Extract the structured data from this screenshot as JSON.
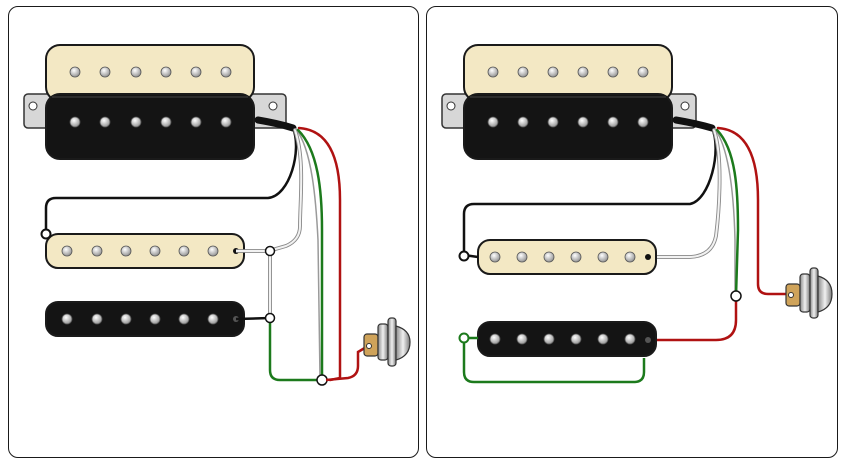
{
  "diagrams": [
    {
      "id": "left",
      "components": [
        "humbucker",
        "single-coil-cream",
        "single-coil-black",
        "output-jack"
      ],
      "wire_colors": [
        "black",
        "white",
        "green",
        "red",
        "bare"
      ]
    },
    {
      "id": "right",
      "components": [
        "humbucker",
        "single-coil-cream",
        "single-coil-black",
        "output-jack"
      ],
      "wire_colors": [
        "black",
        "white",
        "green",
        "red",
        "bare"
      ]
    }
  ],
  "colors": {
    "bobbin_cream": "#f3e8c4",
    "bobbin_black": "#141414",
    "pole_piece": "#c9c9c9",
    "wire_black": "#111111",
    "wire_white": "#f2f2f2",
    "wire_green": "#1c7a1c",
    "wire_red": "#b01212",
    "wire_bare": "#9a9a9a",
    "jack_brass": "#cfa35a",
    "jack_chrome": "#c8c8c8"
  }
}
